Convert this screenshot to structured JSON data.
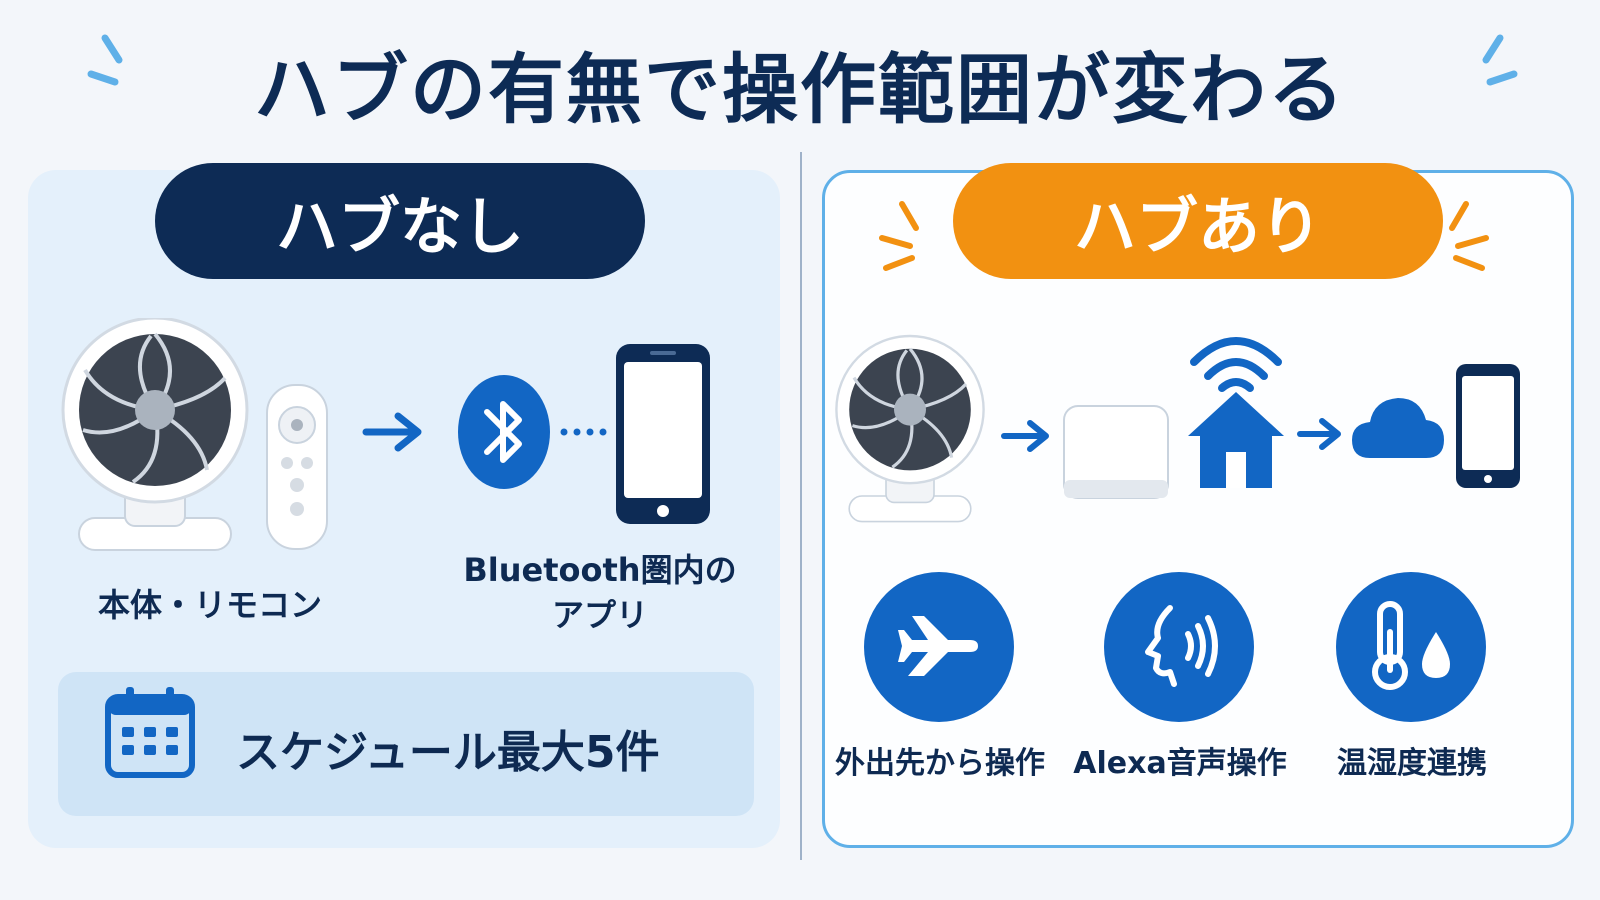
{
  "title": "ハブの有無で操作範囲が変わる",
  "without_hub": {
    "heading": "ハブなし",
    "device_label": "本体・リモコン",
    "app_label_line1": "Bluetooth圏内の",
    "app_label_line2": "アプリ",
    "schedule_text": "スケジュール最大5件"
  },
  "with_hub": {
    "heading": "ハブあり",
    "features": [
      {
        "label": "外出先から操作",
        "icon": "airplane-icon"
      },
      {
        "label": "Alexa音声操作",
        "icon": "voice-icon"
      },
      {
        "label": "温湿度連携",
        "icon": "thermometer-humidity-icon"
      }
    ]
  },
  "colors": {
    "navy": "#0d2b55",
    "orange": "#f29111",
    "blue": "#1266c4",
    "light_blue_panel": "#e4f0fb",
    "border_blue": "#5fb0e8"
  }
}
